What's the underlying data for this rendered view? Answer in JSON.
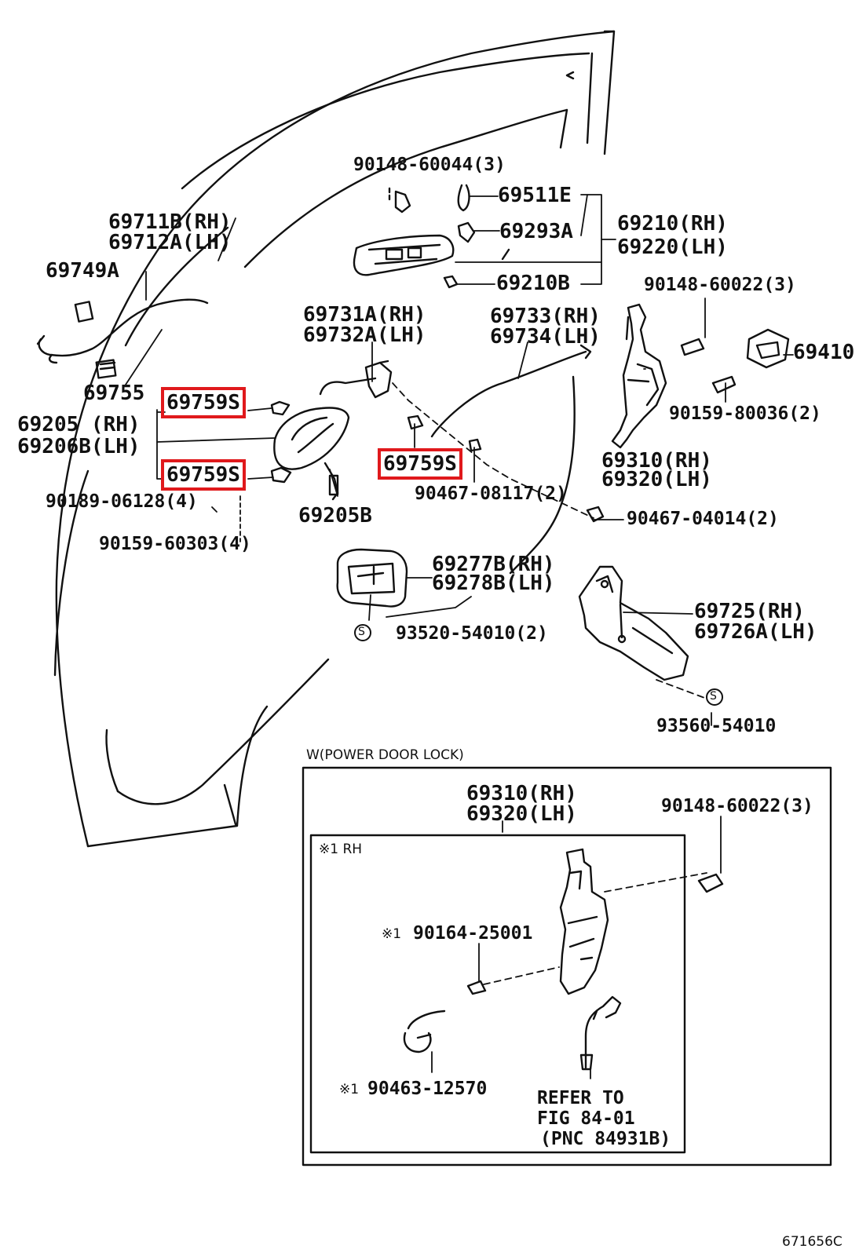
{
  "diagram": {
    "highlight_color": "#e0191c",
    "line_color": "#111111",
    "labels": {
      "p90148_60044": "90148-60044(3)",
      "p69511e": "69511E",
      "p69293a": "69293A",
      "p69210b": "69210B",
      "p69210": "69210(RH)",
      "p69220": "69220(LH)",
      "p69711b": "69711B(RH)",
      "p69712a": "69712A(LH)",
      "p69749a": "69749A",
      "p90148_60022": "90148-60022(3)",
      "p69731a": "69731A(RH)",
      "p69732a": "69732A(LH)",
      "p69733": "69733(RH)",
      "p69734": "69734(LH)",
      "p69410": "69410",
      "p69755": "69755",
      "p69759s_a": "69759S",
      "p69759s_b": "69759S",
      "p69759s_c": "69759S",
      "p69205": "69205 (RH)",
      "p69206b": "69206B(LH)",
      "p90159_80036": "90159-80036(2)",
      "p69310": "69310(RH)",
      "p69320": "69320(LH)",
      "p90467_08117": "90467-08117(2)",
      "p90189_06128": "90189-06128(4)",
      "p69205b": "69205B",
      "p90467_04014": "90467-04014(2)",
      "p90159_60303": "90159-60303(4)",
      "p69277b": "69277B(RH)",
      "p69278b": "69278B(LH)",
      "p69725": "69725(RH)",
      "p69726a": "69726A(LH)",
      "p93520_54010": "93520-54010(2)",
      "p93560_54010": "93560-54010"
    },
    "inset": {
      "title": "W(POWER DOOR LOCK)",
      "p69310": "69310(RH)",
      "p69320": "69320(LH)",
      "p90148_60022": "90148-60022(3)",
      "sub_title": "※1 RH",
      "p90164_25001": "90164-25001",
      "p90164_prefix": "※1",
      "p90463_12570": "90463-12570",
      "p90463_prefix": "※1",
      "refer_line1": "REFER TO",
      "refer_line2": "FIG 84-01",
      "refer_line3": "(PNC 84931B)"
    },
    "s_mark": "S",
    "figure_id": "671656C"
  }
}
